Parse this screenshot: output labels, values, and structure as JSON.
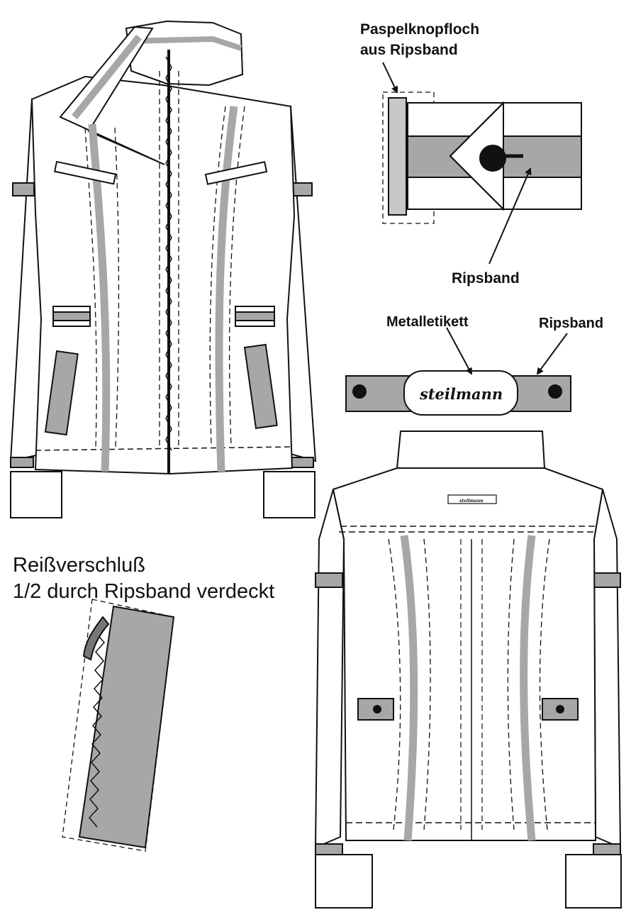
{
  "labels": {
    "buttonhole_line1": "Paspelknopfloch",
    "buttonhole_line2": "aus Ripsband",
    "grosgrain_tab": "Ripsband",
    "metal_label": "Metalletikett",
    "grosgrain_label": "Ripsband",
    "zipper_line1": "Reißverschluß",
    "zipper_line2": "1/2 durch Ripsband verdeckt"
  },
  "brand": {
    "name": "steilmann",
    "small_name": "steilmann"
  },
  "colors": {
    "line": "#111111",
    "tape": "#a7a7a7",
    "tape_light": "#c8c8c8",
    "fill": "#ffffff"
  }
}
